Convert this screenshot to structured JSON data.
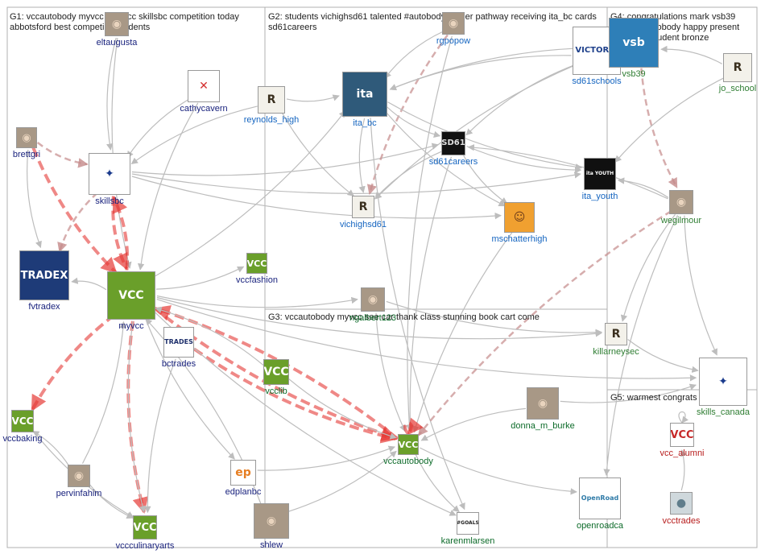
{
  "colors": {
    "group1": "#1a237e",
    "group2": "#1565c0",
    "group3": "#0d6b2a",
    "group4": "#2e7d32",
    "group5": "#b71c1c",
    "edge": "#bdbdbd",
    "edge_red": "#e53935",
    "edge_pink": "#c48a8a",
    "border": "#b0b0b0"
  },
  "groups": [
    {
      "id": "G1",
      "label": "G1: vccautobody myvcc #myvcc skillsbc competition today abbotsford best competing students"
    },
    {
      "id": "G2",
      "label": "G2: students vichighsd61 talented #autobody career pathway receiving ita_bc cards sd61careers"
    },
    {
      "id": "G3",
      "label": "G3: vccautobody myvcc see car thank class stunning book cart come"
    },
    {
      "id": "G4",
      "label": "G4: congratulations mark vsb39 ricky vccautobody happy present jo_school student bronze"
    },
    {
      "id": "G5",
      "label": "G5: warmest congrats"
    }
  ],
  "nodes": [
    {
      "id": "eltaugusta",
      "label": "eltaugusta",
      "group": 1,
      "icon": "profile-photo-icon"
    },
    {
      "id": "cathycavern",
      "label": "cathycavern",
      "group": 1,
      "icon": "broken-image-icon"
    },
    {
      "id": "brettgri",
      "label": "brettgri",
      "group": 1,
      "icon": "profile-photo-icon"
    },
    {
      "id": "skillsbc",
      "label": "skillsbc",
      "group": 1,
      "icon": "skills-logo-icon"
    },
    {
      "id": "fvtradex",
      "label": "fvtradex",
      "group": 1,
      "icon": "tradex-logo-icon"
    },
    {
      "id": "myvcc",
      "label": "myvcc",
      "group": 1,
      "icon": "vcc-logo-icon"
    },
    {
      "id": "vccfashion",
      "label": "vccfashion",
      "group": 1,
      "icon": "vcc-logo-icon"
    },
    {
      "id": "bctrades",
      "label": "bctrades",
      "group": 1,
      "icon": "trades-logo-icon"
    },
    {
      "id": "vccbaking",
      "label": "vccbaking",
      "group": 1,
      "icon": "vcc-logo-icon"
    },
    {
      "id": "pervinfahim",
      "label": "pervinfahim",
      "group": 1,
      "icon": "profile-photo-icon"
    },
    {
      "id": "edplanbc",
      "label": "edplanbc",
      "group": 1,
      "icon": "edplan-logo-icon"
    },
    {
      "id": "vccculinaryarts",
      "label": "vccculinaryarts",
      "group": 1,
      "icon": "vcc-logo-icon"
    },
    {
      "id": "shlew",
      "label": "shlew",
      "group": 1,
      "icon": "profile-photo-icon"
    },
    {
      "id": "rgpopow",
      "label": "rgpopow",
      "group": 2,
      "icon": "profile-photo-icon"
    },
    {
      "id": "reynolds_high",
      "label": "reynolds_high",
      "group": 2,
      "icon": "school-crest-icon"
    },
    {
      "id": "ita_bc",
      "label": "ita_bc",
      "group": 2,
      "icon": "ita-logo-icon"
    },
    {
      "id": "sd61schools",
      "label": "sd61schools",
      "group": 2,
      "icon": "school-district-logo-icon"
    },
    {
      "id": "sd61careers",
      "label": "sd61careers",
      "group": 2,
      "icon": "careers-logo-icon"
    },
    {
      "id": "ita_youth",
      "label": "ita_youth",
      "group": 2,
      "icon": "ita-youth-logo-icon"
    },
    {
      "id": "vichighsd61",
      "label": "vichighsd61",
      "group": 2,
      "icon": "school-crest-icon"
    },
    {
      "id": "mschatterhigh",
      "label": "mschatterhigh",
      "group": 2,
      "icon": "avatar-cartoon-icon"
    },
    {
      "id": "ngalbert123",
      "label": "ngalbert123",
      "group": 3,
      "icon": "profile-photo-icon"
    },
    {
      "id": "vcclib",
      "label": "vcclib",
      "group": 3,
      "icon": "vcc-logo-icon"
    },
    {
      "id": "vccautobody",
      "label": "vccautobody",
      "group": 3,
      "icon": "vcc-logo-icon"
    },
    {
      "id": "donna_m_burke",
      "label": "donna_m_burke",
      "group": 3,
      "icon": "profile-photo-icon"
    },
    {
      "id": "openroadca",
      "label": "openroadca",
      "group": 3,
      "icon": "openroad-logo-icon"
    },
    {
      "id": "karenmlarsen",
      "label": "karenmlarsen",
      "group": 3,
      "icon": "goals-logo-icon"
    },
    {
      "id": "vsb39",
      "label": "vsb39",
      "group": 4,
      "icon": "vsb-logo-icon"
    },
    {
      "id": "jo_school",
      "label": "jo_school",
      "group": 4,
      "icon": "school-crest-icon"
    },
    {
      "id": "wegilmour",
      "label": "wegilmour",
      "group": 4,
      "icon": "profile-photo-icon"
    },
    {
      "id": "killarneysec",
      "label": "killarneysec",
      "group": 4,
      "icon": "school-crest-icon"
    },
    {
      "id": "skills_canada",
      "label": "skills_canada",
      "group": 4,
      "icon": "skills-logo-icon"
    },
    {
      "id": "vcc_alumni",
      "label": "vcc_alumni",
      "group": 5,
      "icon": "vcc-alumni-logo-icon"
    },
    {
      "id": "vcctrades",
      "label": "vcctrades",
      "group": 5,
      "icon": "default-avatar-icon"
    }
  ],
  "edges": [
    {
      "from": "eltaugusta",
      "to": "skillsbc",
      "kind": "gray"
    },
    {
      "from": "eltaugusta",
      "to": "myvcc",
      "kind": "gray"
    },
    {
      "from": "cathycavern",
      "to": "skillsbc",
      "kind": "gray"
    },
    {
      "from": "cathycavern",
      "to": "myvcc",
      "kind": "gray"
    },
    {
      "from": "brettgri",
      "to": "skillsbc",
      "kind": "pink"
    },
    {
      "from": "brettgri",
      "to": "myvcc",
      "kind": "red"
    },
    {
      "from": "brettgri",
      "to": "fvtradex",
      "kind": "gray"
    },
    {
      "from": "skillsbc",
      "to": "myvcc",
      "kind": "red"
    },
    {
      "from": "myvcc",
      "to": "skillsbc",
      "kind": "red"
    },
    {
      "from": "skillsbc",
      "to": "fvtradex",
      "kind": "pink"
    },
    {
      "from": "skillsbc",
      "to": "sd61careers",
      "kind": "gray"
    },
    {
      "from": "skillsbc",
      "to": "ita_youth",
      "kind": "gray"
    },
    {
      "from": "skillsbc",
      "to": "mschatterhigh",
      "kind": "gray"
    },
    {
      "from": "myvcc",
      "to": "vccbaking",
      "kind": "red"
    },
    {
      "from": "myvcc",
      "to": "vccculinaryarts",
      "kind": "red"
    },
    {
      "from": "myvcc",
      "to": "vccautobody",
      "kind": "red"
    },
    {
      "from": "vccautobody",
      "to": "myvcc",
      "kind": "red"
    },
    {
      "from": "bctrades",
      "to": "vccautobody",
      "kind": "red"
    },
    {
      "from": "myvcc",
      "to": "fvtradex",
      "kind": "gray"
    },
    {
      "from": "myvcc",
      "to": "vccfashion",
      "kind": "gray"
    },
    {
      "from": "myvcc",
      "to": "ita_bc",
      "kind": "gray"
    },
    {
      "from": "myvcc",
      "to": "ngalbert123",
      "kind": "gray"
    },
    {
      "from": "myvcc",
      "to": "skills_canada",
      "kind": "gray"
    },
    {
      "from": "myvcc",
      "to": "killarneysec",
      "kind": "gray"
    },
    {
      "from": "myvcc",
      "to": "karenmlarsen",
      "kind": "gray"
    },
    {
      "from": "myvcc",
      "to": "edplanbc",
      "kind": "gray"
    },
    {
      "from": "myvcc",
      "to": "vccculinaryarts",
      "kind": "gray"
    },
    {
      "from": "pervinfahim",
      "to": "myvcc",
      "kind": "gray"
    },
    {
      "from": "pervinfahim",
      "to": "vccculinaryarts",
      "kind": "gray"
    },
    {
      "from": "pervinfahim",
      "to": "vccbaking",
      "kind": "gray"
    },
    {
      "from": "vccbaking",
      "to": "vccculinaryarts",
      "kind": "gray"
    },
    {
      "from": "shlew",
      "to": "vccautobody",
      "kind": "gray"
    },
    {
      "from": "shlew",
      "to": "myvcc",
      "kind": "gray"
    },
    {
      "from": "edplanbc",
      "to": "vccautobody",
      "kind": "gray"
    },
    {
      "from": "bctrades",
      "to": "vccculinaryarts",
      "kind": "gray"
    },
    {
      "from": "vcclib",
      "to": "vccautobody",
      "kind": "gray"
    },
    {
      "from": "vcclib",
      "to": "myvcc",
      "kind": "gray"
    },
    {
      "from": "rgpopow",
      "to": "vichighsd61",
      "kind": "pink"
    },
    {
      "from": "rgpopow",
      "to": "vccautobody",
      "kind": "gray"
    },
    {
      "from": "rgpopow",
      "to": "ita_bc",
      "kind": "gray"
    },
    {
      "from": "reynolds_high",
      "to": "ita_bc",
      "kind": "gray"
    },
    {
      "from": "reynolds_high",
      "to": "skillsbc",
      "kind": "gray"
    },
    {
      "from": "reynolds_high",
      "to": "vichighsd61",
      "kind": "gray"
    },
    {
      "from": "ita_bc",
      "to": "sd61careers",
      "kind": "gray"
    },
    {
      "from": "ita_bc",
      "to": "vichighsd61",
      "kind": "gray"
    },
    {
      "from": "ita_bc",
      "to": "ita_youth",
      "kind": "gray"
    },
    {
      "from": "ita_bc",
      "to": "mschatterhigh",
      "kind": "gray"
    },
    {
      "from": "ita_bc",
      "to": "karenmlarsen",
      "kind": "gray"
    },
    {
      "from": "sd61schools",
      "to": "ita_bc",
      "kind": "gray"
    },
    {
      "from": "sd61schools",
      "to": "sd61careers",
      "kind": "gray"
    },
    {
      "from": "sd61schools",
      "to": "vichighsd61",
      "kind": "gray"
    },
    {
      "from": "sd61careers",
      "to": "vichighsd61",
      "kind": "gray"
    },
    {
      "from": "sd61careers",
      "to": "ita_youth",
      "kind": "gray"
    },
    {
      "from": "sd61careers",
      "to": "mschatterhigh",
      "kind": "gray"
    },
    {
      "from": "sd61careers",
      "to": "vccautobody",
      "kind": "gray"
    },
    {
      "from": "mschatterhigh",
      "to": "vccautobody",
      "kind": "gray"
    },
    {
      "from": "wegilmour",
      "to": "ita_youth",
      "kind": "gray"
    },
    {
      "from": "wegilmour",
      "to": "vccautobody",
      "kind": "pink"
    },
    {
      "from": "wegilmour",
      "to": "sd61careers",
      "kind": "gray"
    },
    {
      "from": "vsb39",
      "to": "wegilmour",
      "kind": "pink"
    },
    {
      "from": "vsb39",
      "to": "ita_bc",
      "kind": "gray"
    },
    {
      "from": "jo_school",
      "to": "vsb39",
      "kind": "gray"
    },
    {
      "from": "jo_school",
      "to": "ita_youth",
      "kind": "gray"
    },
    {
      "from": "wegilmour",
      "to": "killarneysec",
      "kind": "gray"
    },
    {
      "from": "wegilmour",
      "to": "skills_canada",
      "kind": "gray"
    },
    {
      "from": "wegilmour",
      "to": "openroadca",
      "kind": "gray"
    },
    {
      "from": "killarneysec",
      "to": "skills_canada",
      "kind": "gray"
    },
    {
      "from": "donna_m_burke",
      "to": "vccautobody",
      "kind": "gray"
    },
    {
      "from": "donna_m_burke",
      "to": "skills_canada",
      "kind": "gray"
    },
    {
      "from": "vccautobody",
      "to": "openroadca",
      "kind": "gray"
    },
    {
      "from": "vccautobody",
      "to": "karenmlarsen",
      "kind": "gray"
    },
    {
      "from": "ngalbert123",
      "to": "vccautobody",
      "kind": "gray"
    },
    {
      "from": "ngalbert123",
      "to": "killarneysec",
      "kind": "gray"
    },
    {
      "from": "vcc_alumni",
      "to": "vcc_alumni",
      "kind": "gray"
    },
    {
      "from": "vcctrades",
      "to": "vcc_alumni",
      "kind": "gray"
    },
    {
      "from": "vccautobody",
      "to": "vccautobody",
      "kind": "red"
    }
  ]
}
